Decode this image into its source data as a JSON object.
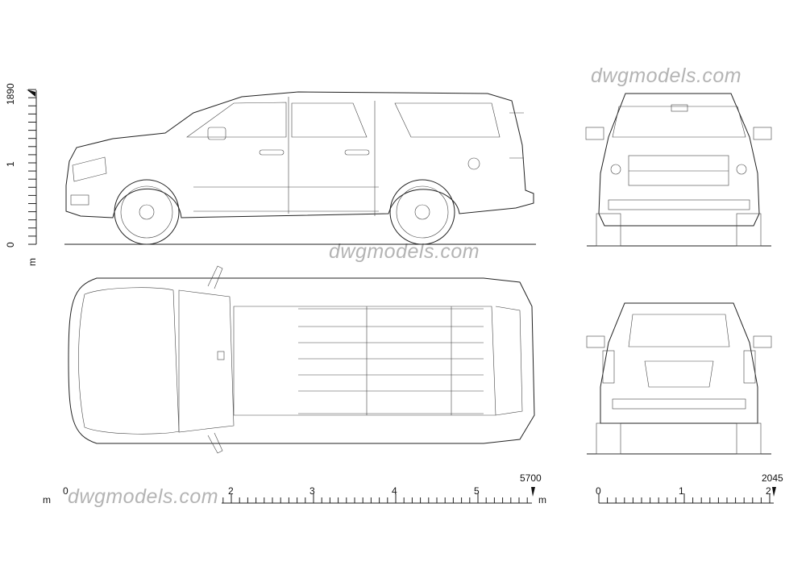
{
  "watermarks": [
    "dwgmodels.com",
    "dwgmodels.com",
    "dwgmodels.com"
  ],
  "height_scale": {
    "max_label": "1890",
    "labels": [
      "0",
      "1"
    ],
    "unit": "m"
  },
  "length_scale": {
    "max_label": "5700",
    "labels": [
      "0",
      "2",
      "3",
      "4",
      "5"
    ],
    "unit_left": "m",
    "unit_right": "m"
  },
  "width_scale": {
    "max_label": "2045",
    "labels": [
      "0",
      "1",
      "2"
    ]
  },
  "views": [
    "side-view",
    "top-view",
    "front-view",
    "rear-view"
  ]
}
